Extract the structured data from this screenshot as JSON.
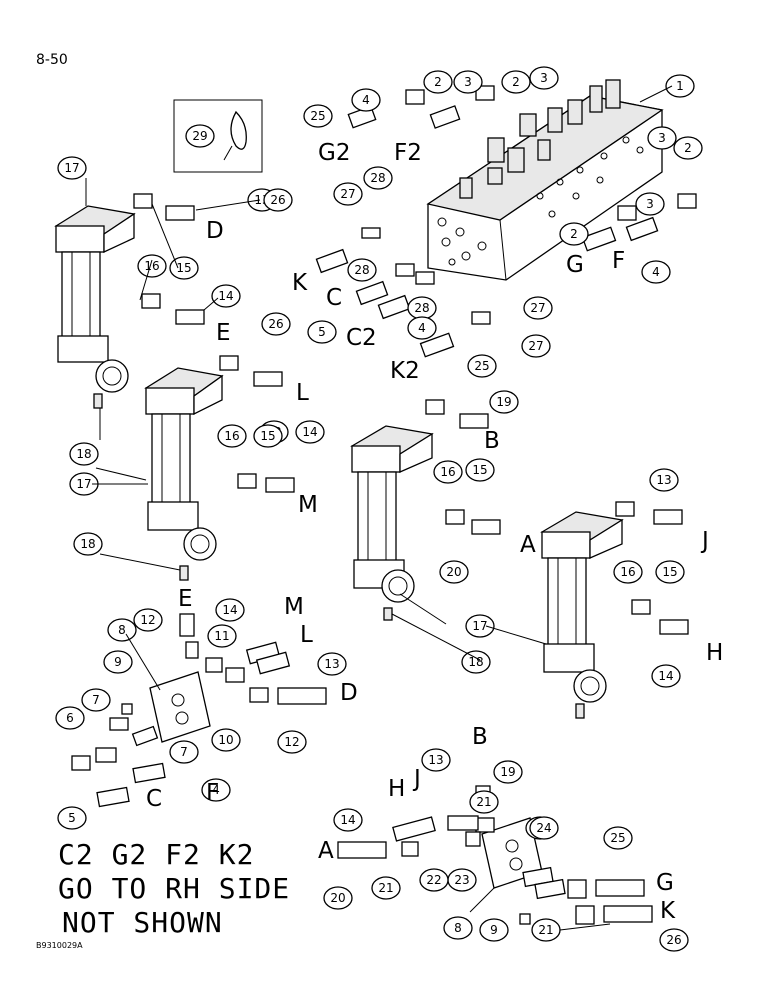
{
  "page_number": "8-50",
  "figure_code": "B9310029A",
  "note_lines": [
    "C2  G2  F2  K2",
    "GO TO RH SIDE",
    "NOT SHOWN"
  ],
  "callouts": [
    "1",
    "2",
    "2",
    "2",
    "3",
    "3",
    "3",
    "4",
    "4",
    "25",
    "29",
    "17",
    "13",
    "16",
    "15",
    "14",
    "26",
    "27",
    "28",
    "28",
    "28",
    "27",
    "5",
    "3",
    "2",
    "4",
    "25",
    "27",
    "26",
    "13",
    "16",
    "15",
    "14",
    "18",
    "17",
    "19",
    "16",
    "15",
    "13",
    "16",
    "15",
    "20",
    "17",
    "18",
    "14",
    "18",
    "8",
    "12",
    "14",
    "11",
    "13",
    "9",
    "10",
    "12",
    "7",
    "6",
    "7",
    "4",
    "5",
    "19",
    "13",
    "21",
    "22",
    "14",
    "24",
    "25",
    "23",
    "20",
    "21",
    "22",
    "8",
    "9",
    "21",
    "26"
  ],
  "letters": [
    "G2",
    "F2",
    "D",
    "K",
    "C",
    "C2",
    "G",
    "F",
    "E",
    "K2",
    "L",
    "M",
    "B",
    "A",
    "J",
    "E",
    "M",
    "L",
    "D",
    "H",
    "C",
    "F",
    "B",
    "H",
    "J",
    "A",
    "G",
    "K"
  ]
}
